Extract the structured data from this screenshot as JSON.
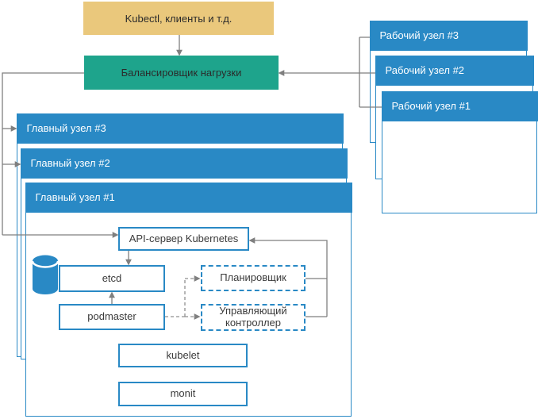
{
  "diagram": {
    "kubectl_box": {
      "label": "Kubectl, клиенты и т.д."
    },
    "load_balancer": {
      "label": "Балансировщик нагрузки"
    },
    "worker_nodes": [
      {
        "label": "Рабочий узел #3"
      },
      {
        "label": "Рабочий узел #2"
      },
      {
        "label": "Рабочий узел #1"
      }
    ],
    "master_nodes": [
      {
        "label": "Главный узел #3"
      },
      {
        "label": "Главный узел #2"
      },
      {
        "label": "Главный узел #1"
      }
    ],
    "components": {
      "api_server": {
        "label": "API-сервер Kubernetes"
      },
      "etcd": {
        "label": "etcd"
      },
      "podmaster": {
        "label": "podmaster"
      },
      "scheduler": {
        "label": "Планировщик"
      },
      "controller_manager": {
        "label": "Управляющий контроллер"
      },
      "kubelet": {
        "label": "kubelet"
      },
      "monit": {
        "label": "monit"
      }
    },
    "icons": {
      "database_icon": "database-cylinder-icon"
    },
    "colors": {
      "node_blue": "#2989c5",
      "balancer_teal": "#1ea48c",
      "kubectl_tan": "#eac87c",
      "connector_gray": "#7f7f7f",
      "text_dark": "#3b3b3b",
      "header_text": "#ffffff"
    }
  }
}
